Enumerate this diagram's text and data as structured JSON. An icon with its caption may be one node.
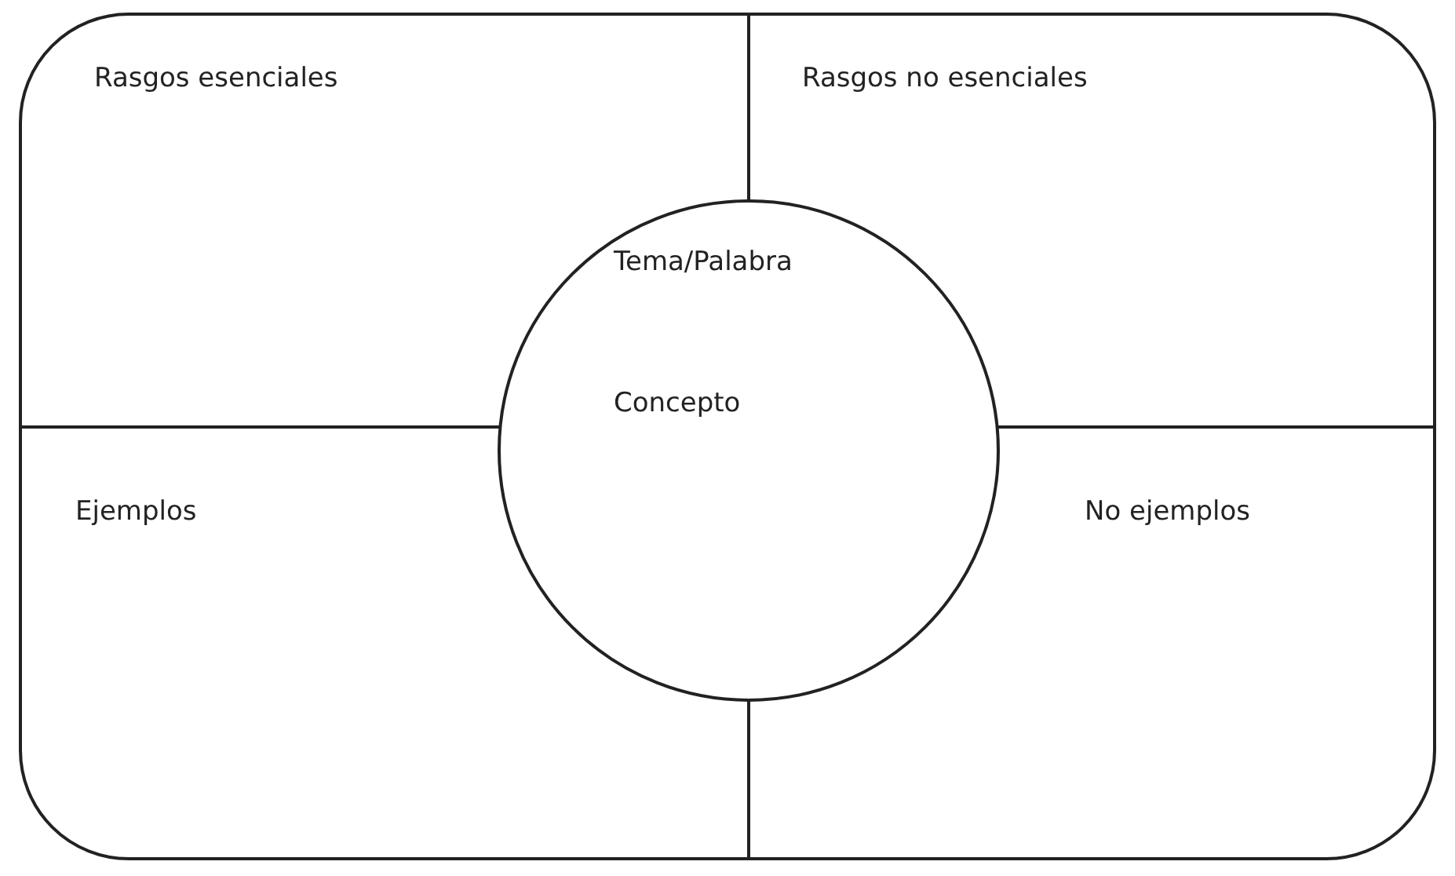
{
  "diagram": {
    "nodes": [
      {
        "text": [],
        "shape": "box"
      },
      {
        "text": [
          "Rasgos esenciales"
        ],
        "in": 0
      },
      {
        "text": [
          "Rasgos no esenciales"
        ],
        "in": 0
      },
      {
        "text": [
          "Ejemplos"
        ],
        "in": 0
      },
      {
        "text": [
          "No ejemplos"
        ],
        "in": 0
      },
      {
        "text": [
          "Tema/Palabra",
          "Concepto"
        ],
        "in": 0
      }
    ]
  }
}
